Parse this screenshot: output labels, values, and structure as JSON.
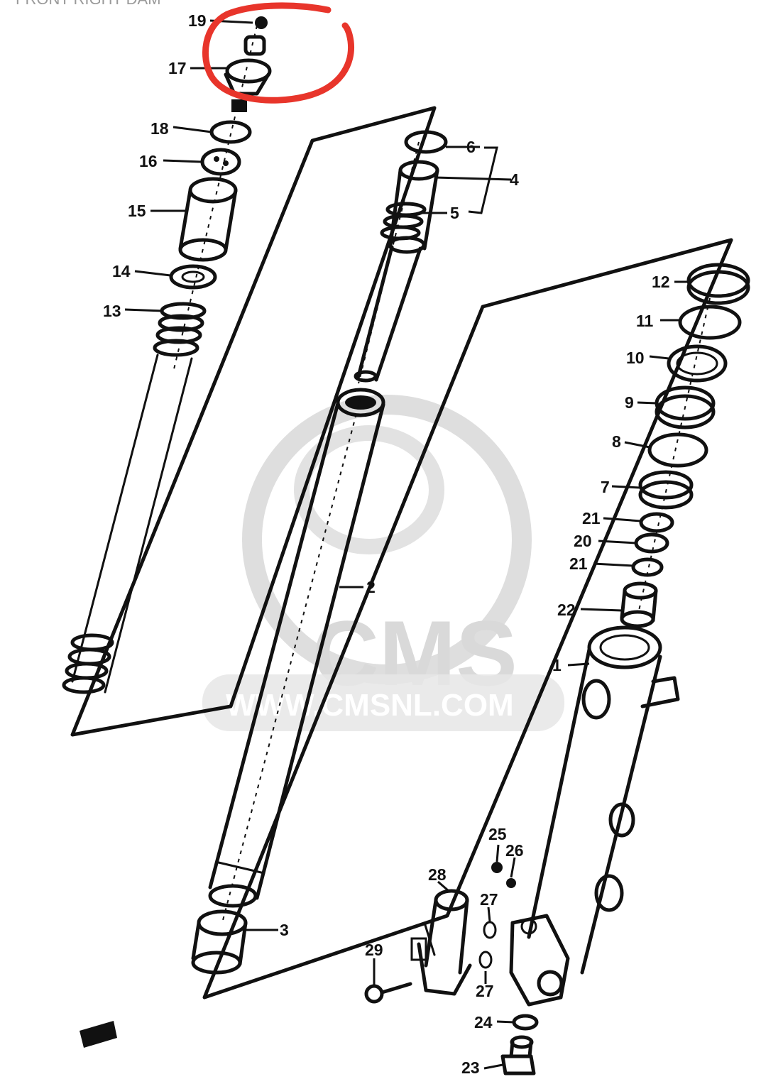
{
  "header": {
    "title_partial": "FRONT RIGHT DAM"
  },
  "watermark": {
    "logo": "CMS",
    "url": "WWW.CMSNL.COM",
    "color": "#d9d9d9"
  },
  "annotation": {
    "type": "circle",
    "color": "#e8352b",
    "target_part": "17"
  },
  "part_labels": {
    "p1": "1",
    "p2": "2",
    "p3": "3",
    "p4": "4",
    "p5": "5",
    "p6": "6",
    "p7": "7",
    "p8": "8",
    "p9": "9",
    "p10": "10",
    "p11": "11",
    "p12": "12",
    "p13": "13",
    "p14": "14",
    "p15": "15",
    "p16": "16",
    "p17": "17",
    "p18": "18",
    "p19": "19",
    "p20": "20",
    "p21a": "21",
    "p21b": "21",
    "p22": "22",
    "p23": "23",
    "p24": "24",
    "p25": "25",
    "p26": "26",
    "p27a": "27",
    "p27b": "27",
    "p28": "28",
    "p29": "29"
  },
  "icons": {
    "front_arrow": "front-direction-arrow-icon"
  }
}
